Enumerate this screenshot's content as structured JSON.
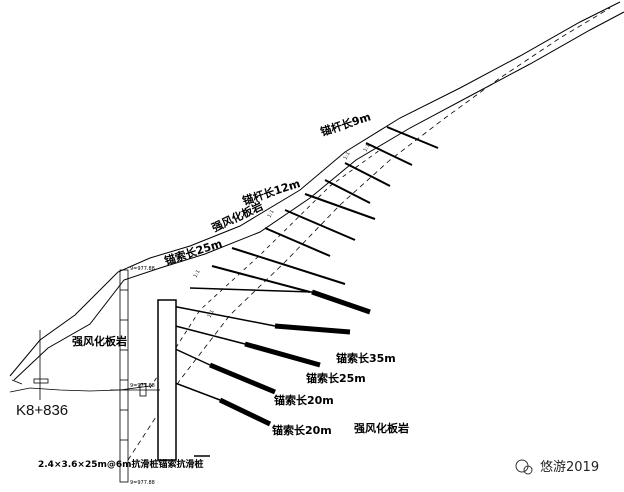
{
  "labels": {
    "anchor_rod_top": "锚杆长9m",
    "anchor_rod_mid": "锚杆长12m",
    "rock_bolt_upper": "锚索长25m",
    "slope_upper_fill": "强风化板岩",
    "ratio_1": "1:1",
    "ratio_2": "1:1",
    "ratio_3": "1:1",
    "ratio_4": "1:1",
    "ratio_5": "1:1",
    "weathered_left": "强风化板岩",
    "weathered_bottom": "强风化板岩",
    "cable_35": "锚索长35m",
    "cable_25": "锚索长25m",
    "cable_20a": "锚索长20m",
    "cable_20b": "锚索长20m",
    "chainage": "K8+836",
    "pile_note": "2.4×3.6×25m@6m抗滑桩锚索抗滑桩",
    "elev_top": "9=977.88",
    "elev_mid": "9=977.88",
    "elev_bot": "9=977.88",
    "watermark": "悠游2019"
  }
}
